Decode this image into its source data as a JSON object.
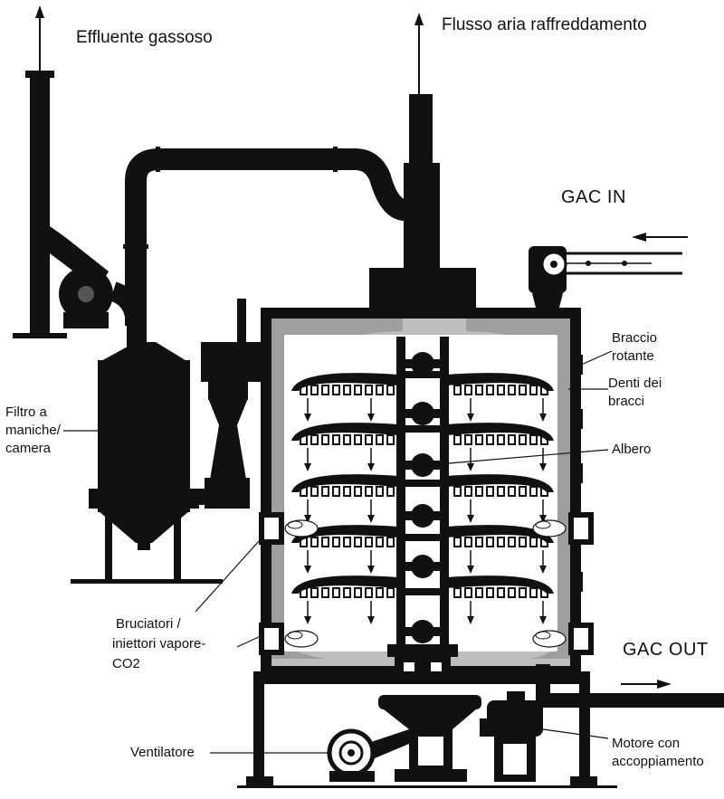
{
  "labels": {
    "effluente": "Effluente gassoso",
    "flusso": "Flusso aria raffreddamento",
    "gac_in": "GAC  IN",
    "gac_out": "GAC OUT",
    "braccio_1": "Braccio",
    "braccio_2": "rotante",
    "denti_1": "Denti dei",
    "denti_2": "bracci",
    "albero": "Albero",
    "filtro_1": "Filtro a",
    "filtro_2": "maniche/",
    "filtro_3": "camera",
    "bruciatori_1": "Bruciatori /",
    "bruciatori_2": "iniettori vapore-",
    "bruciatori_3": "CO2",
    "ventilatore": "Ventilatore",
    "motore_1": "Motore con",
    "motore_2": "accoppiamento"
  },
  "colors": {
    "ink": "#111111",
    "furnace_fill": "#bdbdbd",
    "paper": "#ffffff"
  }
}
